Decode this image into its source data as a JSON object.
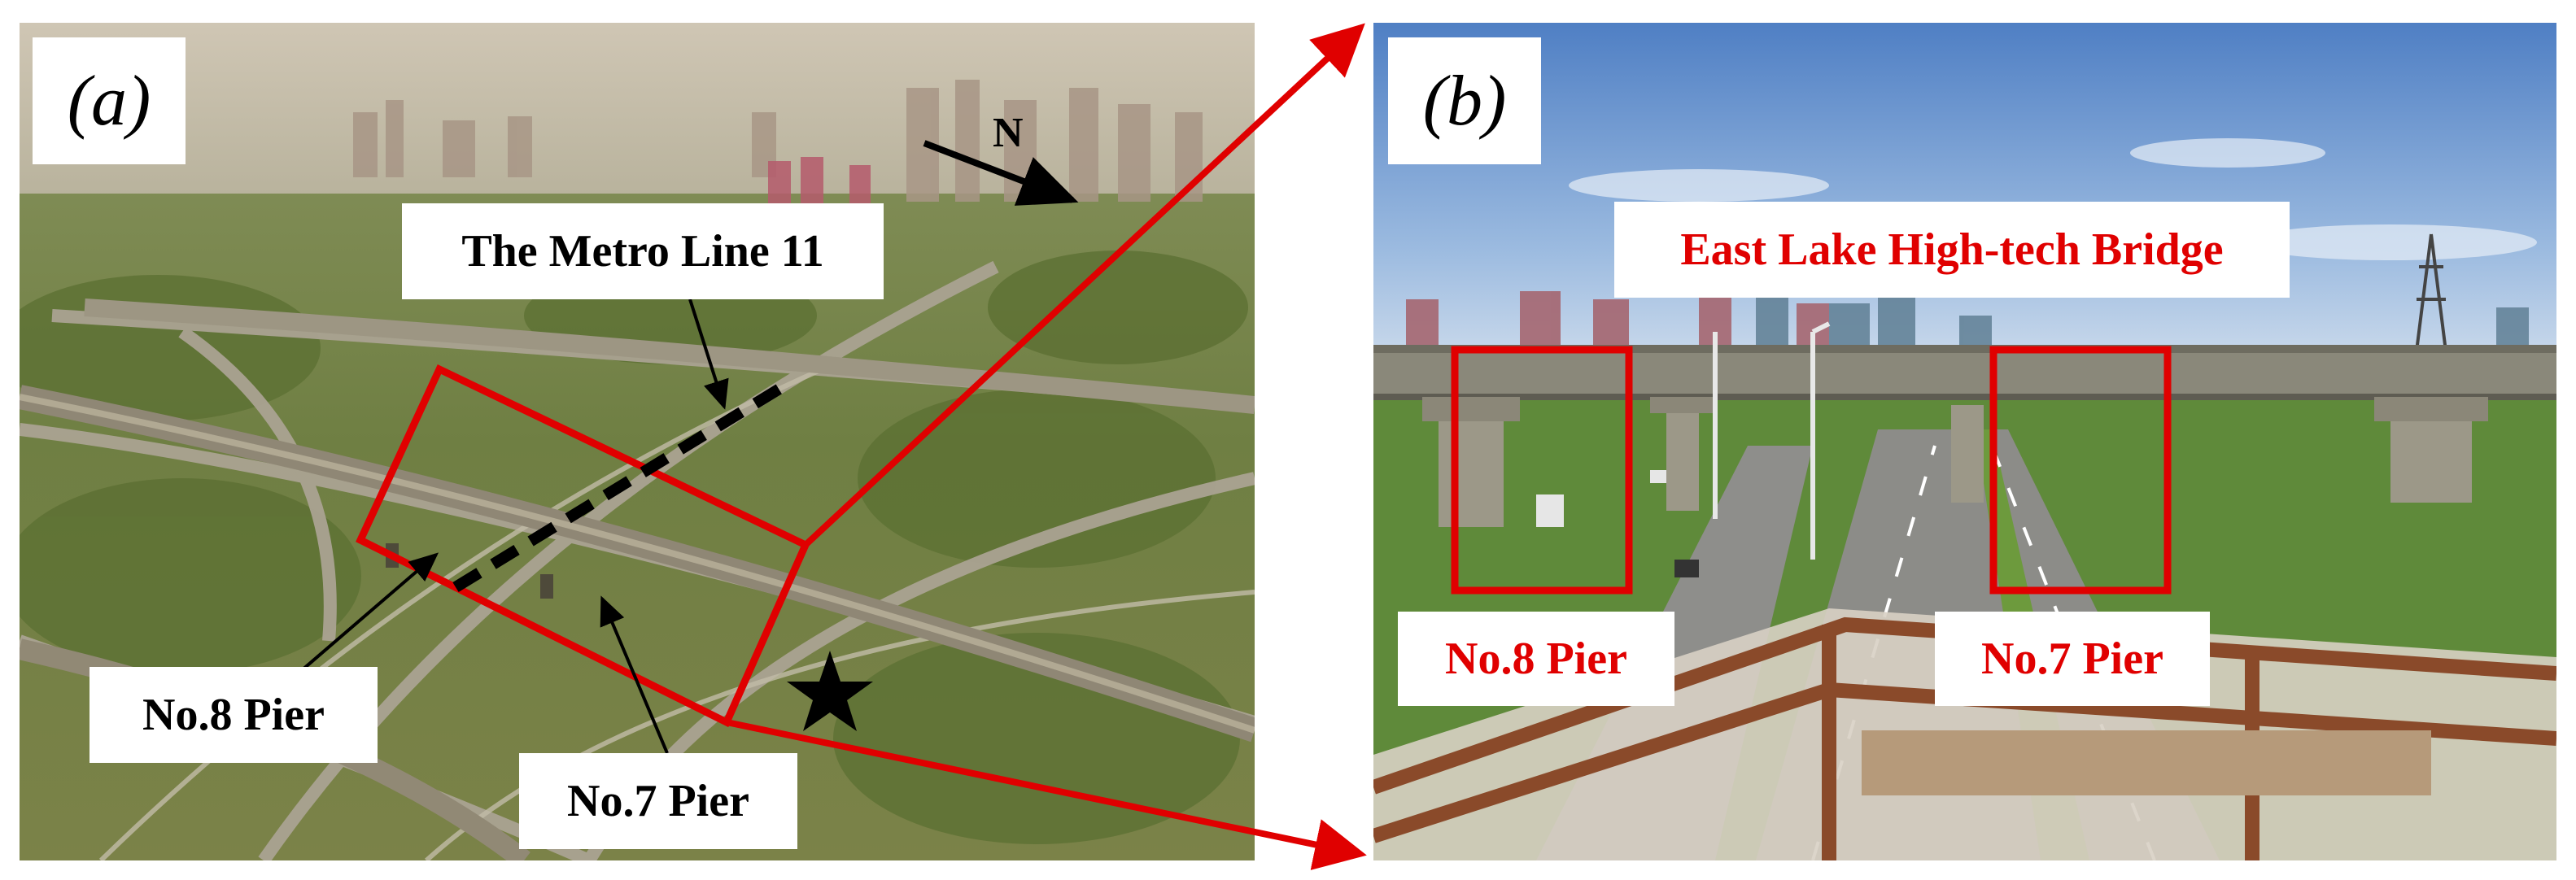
{
  "panel_a": {
    "label": "(a)",
    "metro_label": "The Metro Line 11",
    "north_label": "N",
    "pier8_label": "No.8 Pier",
    "pier7_label": "No.7 Pier"
  },
  "panel_b": {
    "label": "(b)",
    "bridge_label": "East Lake High-tech Bridge",
    "pier8_label": "No.8 Pier",
    "pier7_label": "No.7 Pier"
  },
  "colors": {
    "highlight": "#e00000",
    "label_text_dark": "#000000"
  },
  "icons": {
    "north_arrow": "arrow-icon",
    "star_marker": "star-icon"
  }
}
